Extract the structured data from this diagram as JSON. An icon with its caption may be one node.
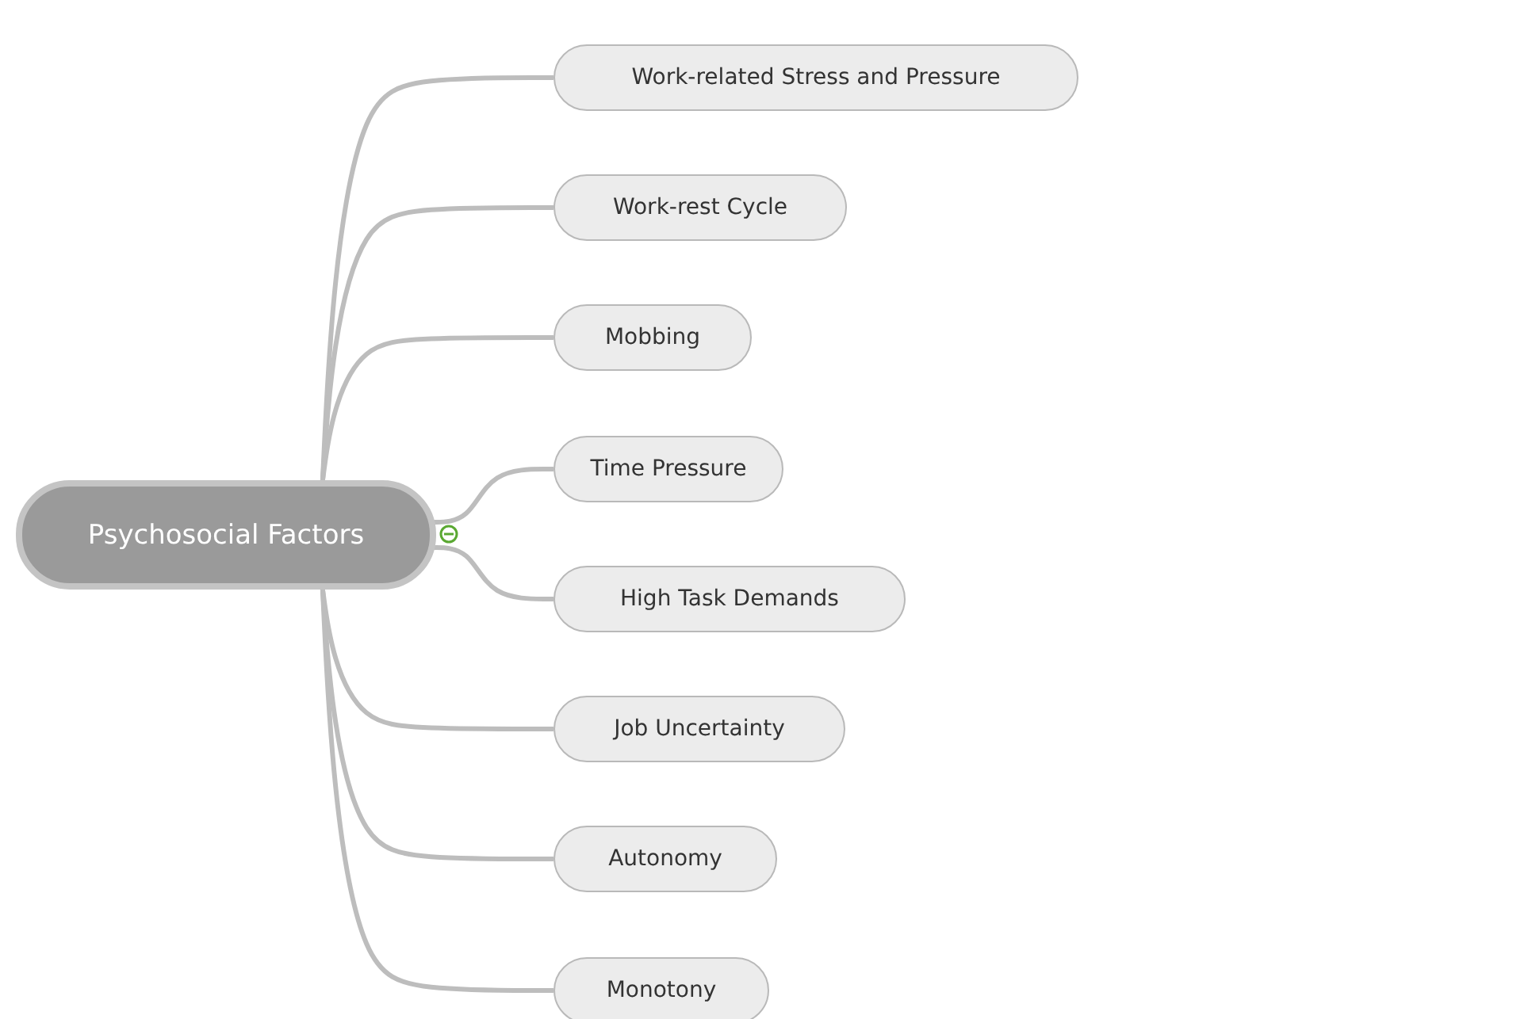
{
  "diagram": {
    "nodes": [
      {
        "text": [
          "Psychosocial Factors"
        ]
      },
      {
        "text": [
          "Work-related Stress and Pressure"
        ]
      },
      {
        "text": [
          "Work-rest Cycle"
        ]
      },
      {
        "text": [
          "Mobbing"
        ]
      },
      {
        "text": [
          "Time Pressure"
        ]
      },
      {
        "text": [
          "High Task Demands"
        ]
      },
      {
        "text": [
          "Job Uncertainty"
        ]
      },
      {
        "text": [
          "Autonomy"
        ]
      },
      {
        "text": [
          "Monotony"
        ]
      }
    ],
    "edges": [
      {
        "from": 0,
        "to": 1,
        "arrow": "none"
      },
      {
        "from": 0,
        "to": 2,
        "arrow": "none"
      },
      {
        "from": 0,
        "to": 3,
        "arrow": "none"
      },
      {
        "from": 0,
        "to": 4,
        "arrow": "none"
      },
      {
        "from": 0,
        "to": 5,
        "arrow": "none"
      },
      {
        "from": 0,
        "to": 6,
        "arrow": "none"
      },
      {
        "from": 0,
        "to": 7,
        "arrow": "none"
      },
      {
        "from": 0,
        "to": 8,
        "arrow": "none"
      }
    ]
  }
}
